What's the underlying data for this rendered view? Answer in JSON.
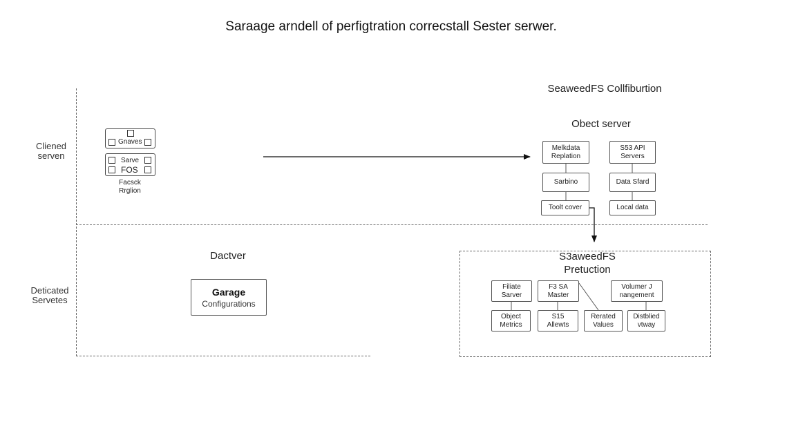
{
  "title": "Saraage arndell of perfigtration correcstall Sester serwer.",
  "lanes": {
    "top": [
      "Cliened",
      "serven"
    ],
    "bottom": [
      "Deticated",
      "Servetes"
    ]
  },
  "client_widget": {
    "row1": "Gnaves",
    "row2": "Sarve",
    "row3": "FOS",
    "caption": [
      "Facsck",
      "Rrglion"
    ]
  },
  "seaweed_top": {
    "heading": "SeaweedFS Collfiburtion",
    "subheading": "Obect server",
    "boxes": [
      [
        "Melkdata",
        "Replation"
      ],
      [
        "S53 API",
        "Servers"
      ],
      [
        "Sarbino"
      ],
      [
        "Data Sfard"
      ],
      [
        "Toolt cover"
      ],
      [
        "Local data"
      ]
    ]
  },
  "bottom_left": {
    "heading": "Dactver",
    "garage_title": "Garage",
    "garage_subtitle": "Configurations"
  },
  "bottom_right": {
    "heading": [
      "S3aweedFS",
      "Pretuction"
    ],
    "boxes": [
      [
        "Filiate",
        "Sarver"
      ],
      [
        "F3 SA",
        "Master"
      ],
      [
        "Volumer J",
        "nangement"
      ],
      [
        "Object",
        "Metrics"
      ],
      [
        "S15",
        "Allewts"
      ],
      [
        "Rerated",
        "Values"
      ],
      [
        "Distblied",
        "vtway"
      ]
    ]
  }
}
